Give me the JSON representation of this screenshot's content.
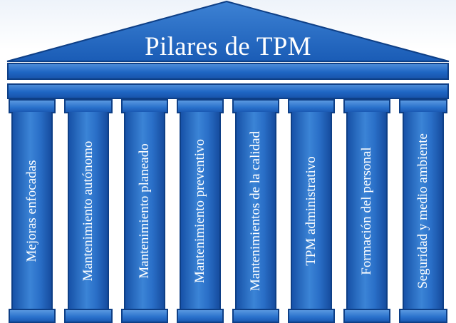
{
  "title": "Pilares de TPM",
  "pillars": [
    {
      "label": "Mejoras enfocadas"
    },
    {
      "label": "Mantenimiento autónomo"
    },
    {
      "label": "Mantenimiento planeado"
    },
    {
      "label": "Mantenimiento preventivo"
    },
    {
      "label": "Mantenimientos de la calidad"
    },
    {
      "label": "TPM administrativo"
    },
    {
      "label": "Formación del personal"
    },
    {
      "label": "Seguridad y medio ambiente"
    }
  ],
  "colors": {
    "primary_blue": "#2a6fc8",
    "dark_blue": "#0e3f86",
    "text": "#ffffff"
  }
}
